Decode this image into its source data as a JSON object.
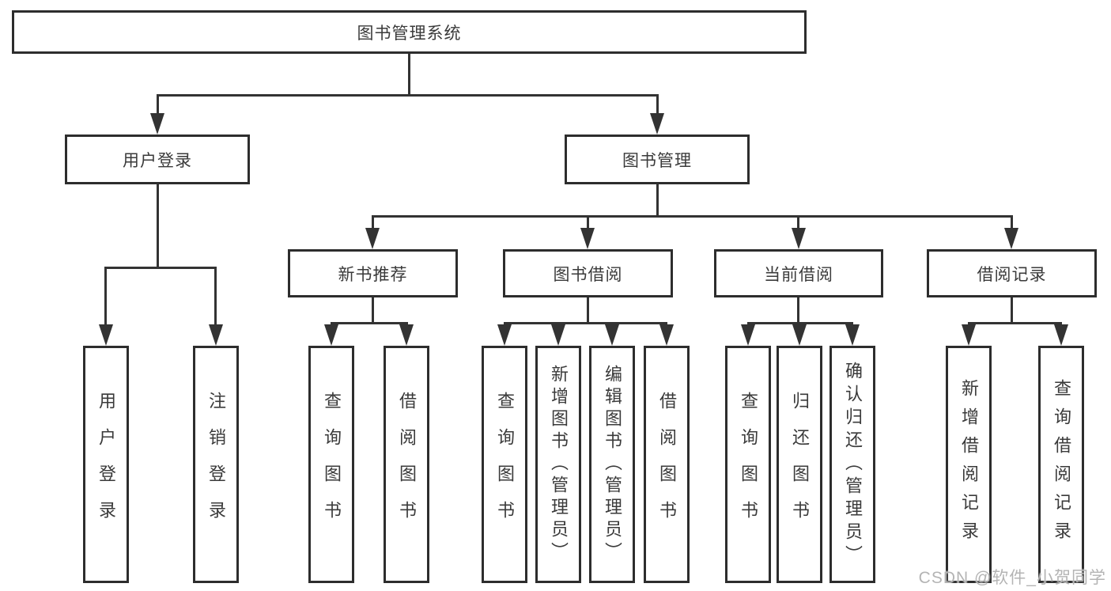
{
  "diagram": {
    "root": {
      "label": "图书管理系统"
    },
    "level2": [
      {
        "label": "用户登录"
      },
      {
        "label": "图书管理"
      }
    ],
    "level3": [
      {
        "label": "新书推荐"
      },
      {
        "label": "图书借阅"
      },
      {
        "label": "当前借阅"
      },
      {
        "label": "借阅记录"
      }
    ],
    "leaves": {
      "user_login": [
        "用户登录",
        "注销登录"
      ],
      "new_books": [
        "查询图书",
        "借阅图书"
      ],
      "book_borrow": [
        "查询图书",
        "新增图书（管理员）",
        "编辑图书（管理员）",
        "借阅图书"
      ],
      "current_borrow": [
        "查询图书",
        "归还图书",
        "确认归还（管理员）"
      ],
      "borrow_records": [
        "新增借阅记录",
        "查询借阅记录"
      ]
    },
    "colors": {
      "line": "#333333",
      "border": "#2d2d2d",
      "text": "#3a3a3a",
      "background": "#ffffff",
      "watermark": "#b4b4b4"
    },
    "watermark": "CSDN @软件_小贺同学"
  }
}
